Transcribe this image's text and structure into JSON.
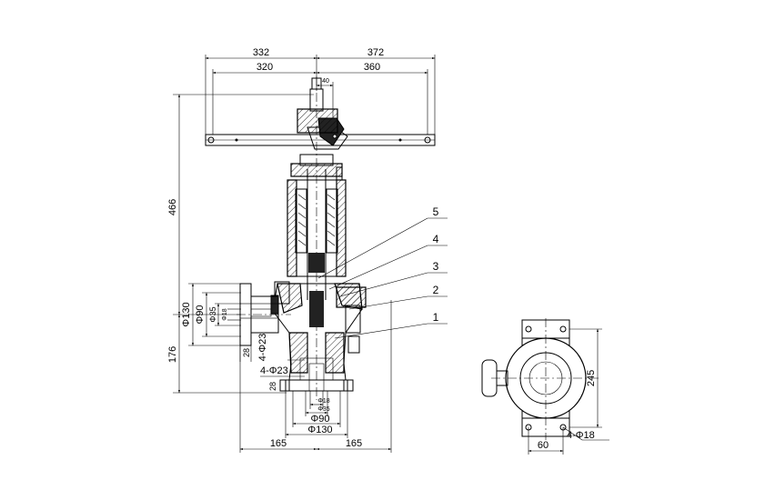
{
  "dimensions": {
    "width_left_outer": "332",
    "width_right_outer": "372",
    "width_left_inner": "320",
    "width_right_inner": "360",
    "offset_small": "40",
    "height_total": "466",
    "height_lower": "176",
    "inlet_flange_od": "Φ130",
    "inlet_bolt_circle": "Φ90",
    "inlet_bore": "Φ35",
    "inlet_throat": "Φ18",
    "inlet_flange_thk": "28",
    "inlet_holes": "4-Φ23",
    "outlet_holes": "4-Φ23",
    "outlet_flange_thk": "28",
    "outlet_throat": "Φ18",
    "outlet_bore": "Φ35",
    "outlet_bolt_circle": "Φ90",
    "outlet_flange_od": "Φ130",
    "half_width_left": "165",
    "half_width_right": "165",
    "side_height": "245",
    "side_hole_spacing": "60",
    "side_holes": "4-Φ18"
  },
  "callouts": [
    "5",
    "4",
    "3",
    "2",
    "1"
  ]
}
